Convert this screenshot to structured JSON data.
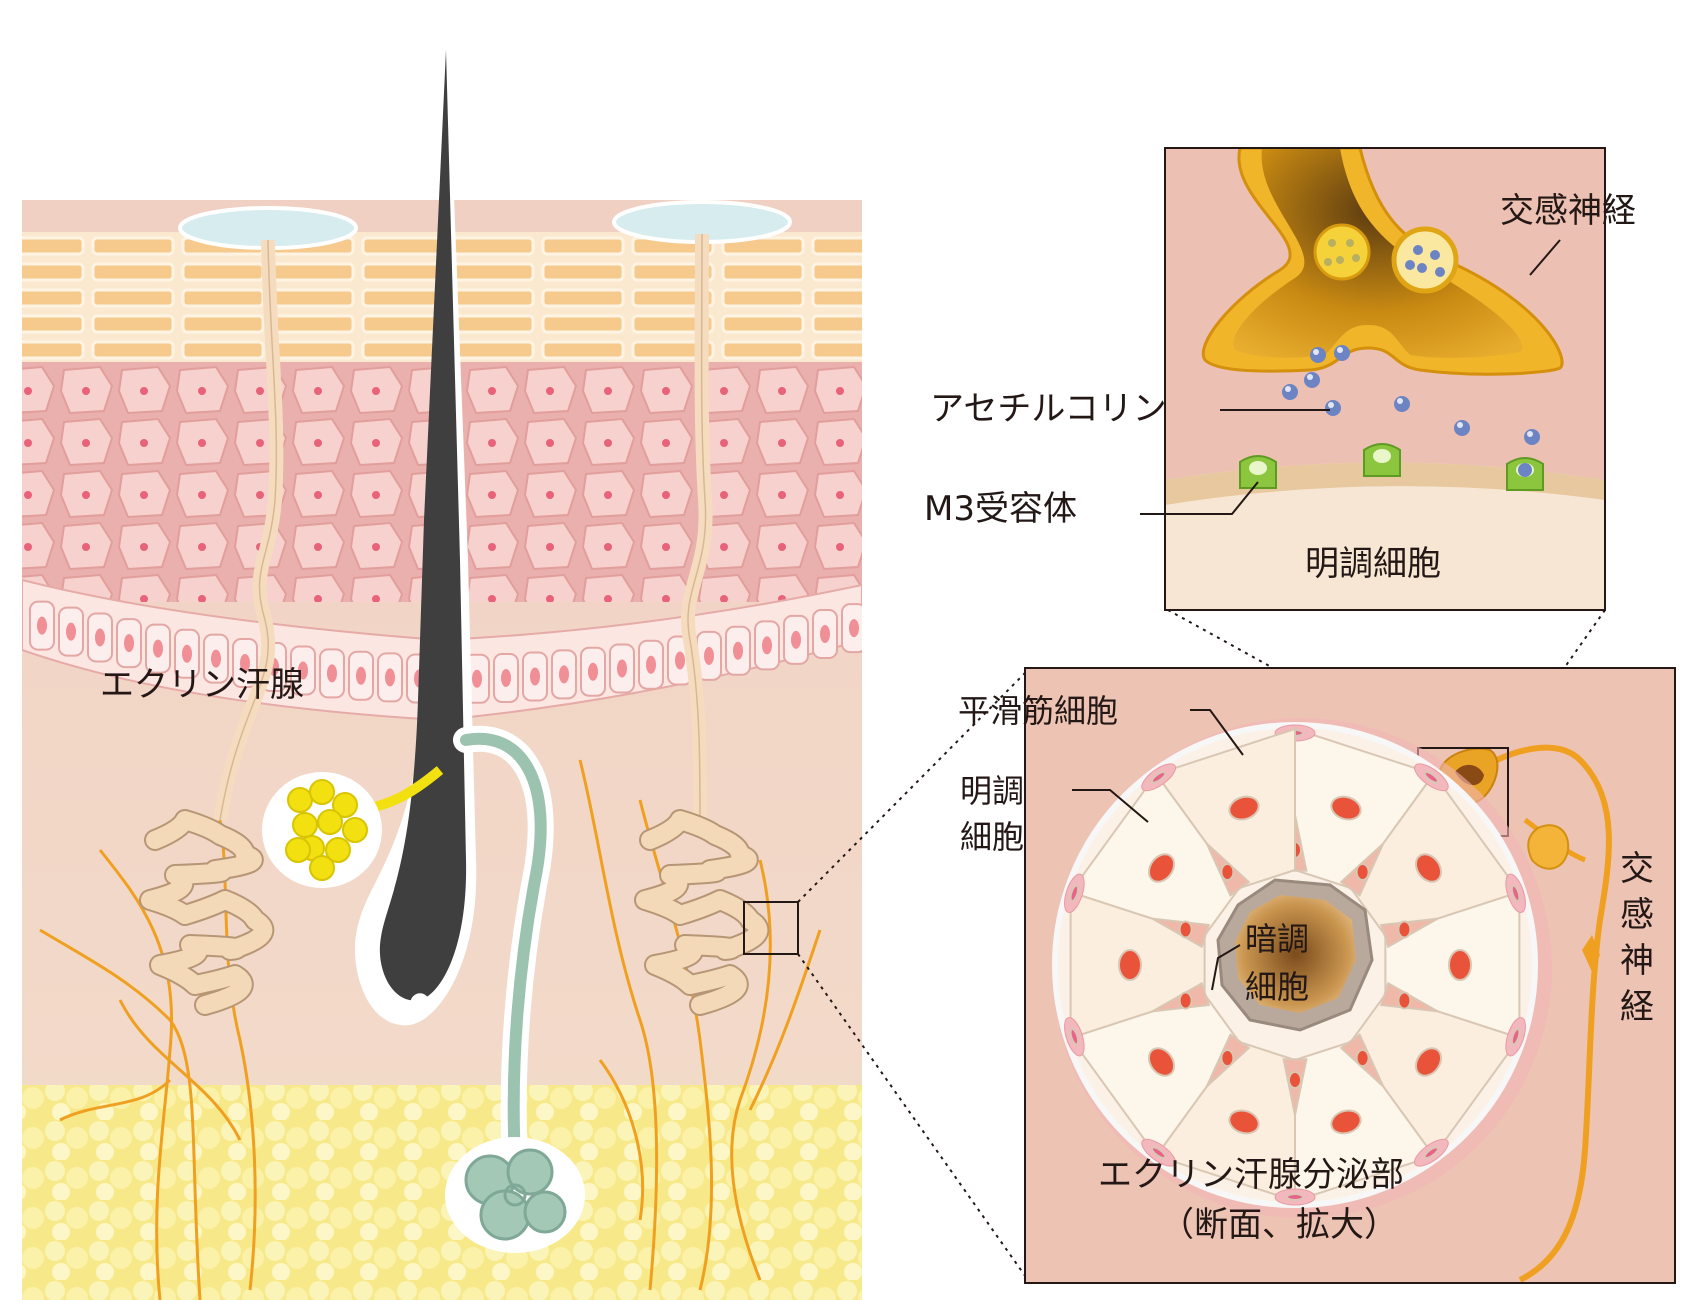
{
  "labels": {
    "eccrine_gland": "エクリン汗腺",
    "sympathetic_nerve_top": "交感神経",
    "acetylcholine": "アセチルコリン",
    "m3_receptor": "M3受容体",
    "clear_cell_top": "明調細胞",
    "smooth_muscle_cell": "平滑筋細胞",
    "clear_cell_left_line1": "明調",
    "clear_cell_left_line2": "細胞",
    "dark_cell_line1": "暗調",
    "dark_cell_line2": "細胞",
    "secretory_part_line1": "エクリン汗腺分泌部",
    "secretory_part_line2": "（断面、拡大）",
    "sympathetic_nerve_vertical": [
      "交",
      "感",
      "神",
      "経"
    ]
  },
  "colors": {
    "epidermis_pink": "#f2c9c4",
    "dermis": "#f1d3c3",
    "fat": "#f8ee9c",
    "nerve": "#f0a020",
    "gland_tube": "#f3d9b8",
    "hair": "#3f3f3f",
    "sebaceous": "#f2e010",
    "sweat_duct_green": "#9cc2b0",
    "synapse_gold": "#e8a615",
    "receptor_green": "#8cc63f",
    "ach_blue": "#6d84c4",
    "nucleus_red": "#e8533a"
  }
}
